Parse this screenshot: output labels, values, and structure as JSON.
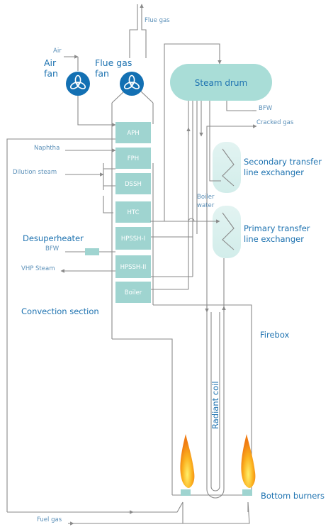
{
  "labels": {
    "flue_gas_top": "Flue gas",
    "air_small": "Air",
    "air_fan": [
      "Air",
      "fan"
    ],
    "flue_gas_fan": [
      "Flue gas",
      "fan"
    ],
    "steam_drum": "Steam drum",
    "bfw_right": "BFW",
    "cracked_gas": "Cracked gas",
    "naphtha": "Naphtha",
    "dilution_steam": "Dilution steam",
    "secondary_tle": [
      "Secondary transfer",
      "line exchanger"
    ],
    "boiler_water": [
      "Boiler",
      "water"
    ],
    "primary_tle": [
      "Primary transfer",
      "line exchanger"
    ],
    "desuperheater": "Desuperheater",
    "bfw_left": "BFW",
    "vhp_steam": "VHP Steam",
    "convection_section": "Convection section",
    "firebox": "Firebox",
    "radiant_coil": "Radiant coil",
    "bottom_burners": "Bottom burners",
    "fuel_gas": "Fuel gas"
  },
  "sections": [
    "APH",
    "FPH",
    "DSSH",
    "HTC",
    "HPSSH-I",
    "HPSSH-II",
    "Boiler"
  ],
  "colors": {
    "section_fill": "#9fd4d0",
    "drum_fill": "#a9ddd7",
    "fan_fill": "#1370b3",
    "line": "#8a8a8a",
    "label_blue": "#1d72b0",
    "flame_outer": "#f7a21b",
    "flame_inner": "#ffe14a"
  }
}
